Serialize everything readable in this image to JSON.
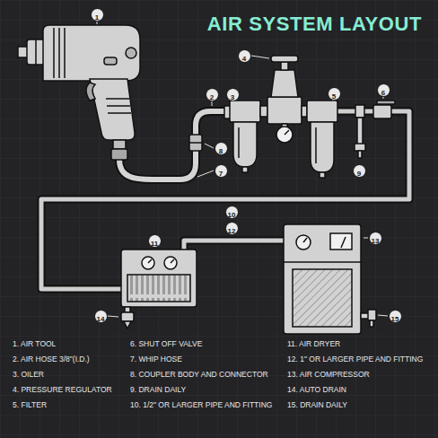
{
  "diagram": {
    "title": "AIR SYSTEM LAYOUT",
    "labels": [
      "1",
      "2",
      "3",
      "4",
      "5",
      "6",
      "7",
      "8",
      "9",
      "10",
      "11",
      "12",
      "13",
      "14",
      "15",
      "1. AIR TOOL",
      "2. AIR HOSE 3/8\"(I.D.)",
      "3. OILER",
      "4. PRESSURE REGULATOR",
      "5. FILTER",
      "6. SHUT OFF VALVE",
      "7. WHIP HOSE",
      "8. COUPLER BODY AND CONNECTOR",
      "9. DRAIN DAILY",
      "10. 1/2\" OR LARGER PIPE AND FITTING",
      "11. AIR DRYER",
      "12. 1\" OR LARGER PIPE AND FITTING",
      "13. AIR COMPRESSOR",
      "14. AUTO DRAIN",
      "15. DRAIN DAILY"
    ]
  }
}
